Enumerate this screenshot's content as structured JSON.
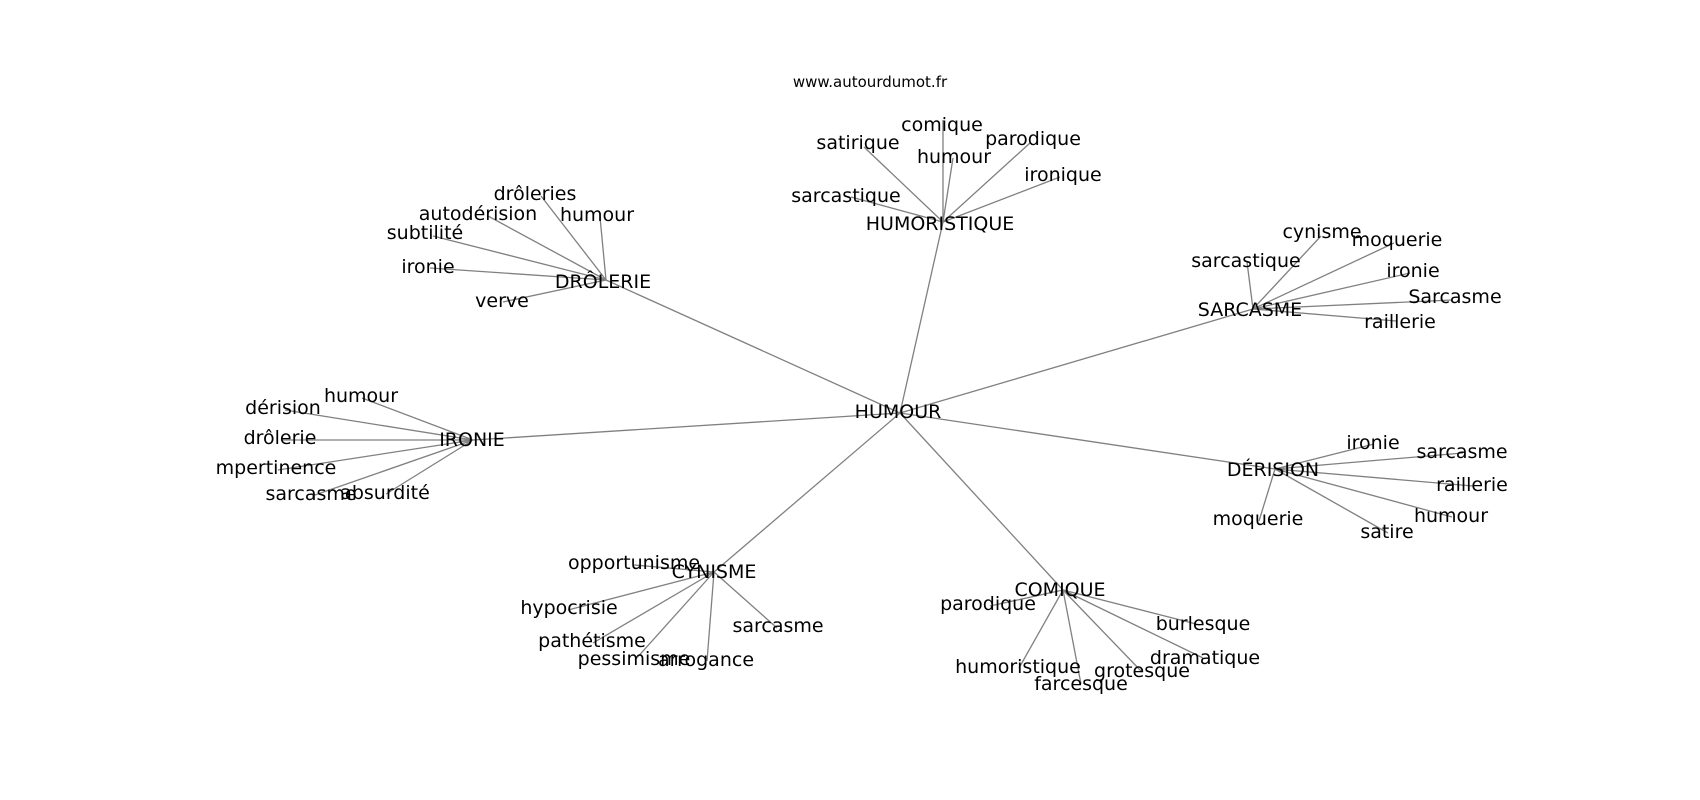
{
  "source": "www.autourdumot.fr",
  "colors": {
    "edge": "#808080",
    "text": "#000000",
    "background": "#ffffff"
  },
  "graph": {
    "center": "HUMOUR",
    "hubs": [
      {
        "label": "HUMORISTIQUE",
        "leaves": [
          "comique",
          "satirique",
          "parodique",
          "humour",
          "ironique",
          "sarcastique"
        ]
      },
      {
        "label": "DRÔLERIE",
        "leaves": [
          "drôleries",
          "autodérision",
          "humour",
          "subtilité",
          "ironie",
          "verve"
        ]
      },
      {
        "label": "SARCASME",
        "leaves": [
          "cynisme",
          "moquerie",
          "sarcastique",
          "ironie",
          "Sarcasme",
          "raillerie"
        ]
      },
      {
        "label": "IRONIE",
        "leaves": [
          "humour",
          "dérision",
          "drôlerie",
          "mpertinence",
          "sarcasme",
          "absurdité"
        ]
      },
      {
        "label": "DÉRISION",
        "leaves": [
          "ironie",
          "sarcasme",
          "raillerie",
          "humour",
          "satire",
          "moquerie"
        ]
      },
      {
        "label": "CYNISME",
        "leaves": [
          "opportunisme",
          "hypocrisie",
          "pathétisme",
          "pessimisme",
          "arrogance",
          "sarcasme"
        ]
      },
      {
        "label": "COMIQUE",
        "leaves": [
          "parodique",
          "burlesque",
          "dramatique",
          "grotesque",
          "farcesque",
          "humoristique"
        ]
      }
    ]
  }
}
